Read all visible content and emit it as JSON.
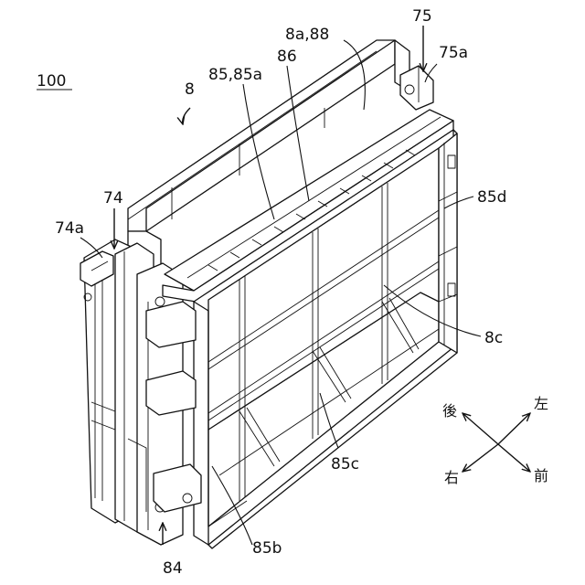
{
  "figure": {
    "assembly_label": "100",
    "refs": {
      "r8": "8",
      "r8a88": "8a,88",
      "r86": "86",
      "r85_85a": "85,85a",
      "r75": "75",
      "r75a": "75a",
      "r74": "74",
      "r74a": "74a",
      "r85d": "85d",
      "r8c": "8c",
      "r85c": "85c",
      "r85b": "85b",
      "r84": "84"
    },
    "directions": {
      "back": "後",
      "left": "左",
      "right": "右",
      "front": "前"
    }
  }
}
